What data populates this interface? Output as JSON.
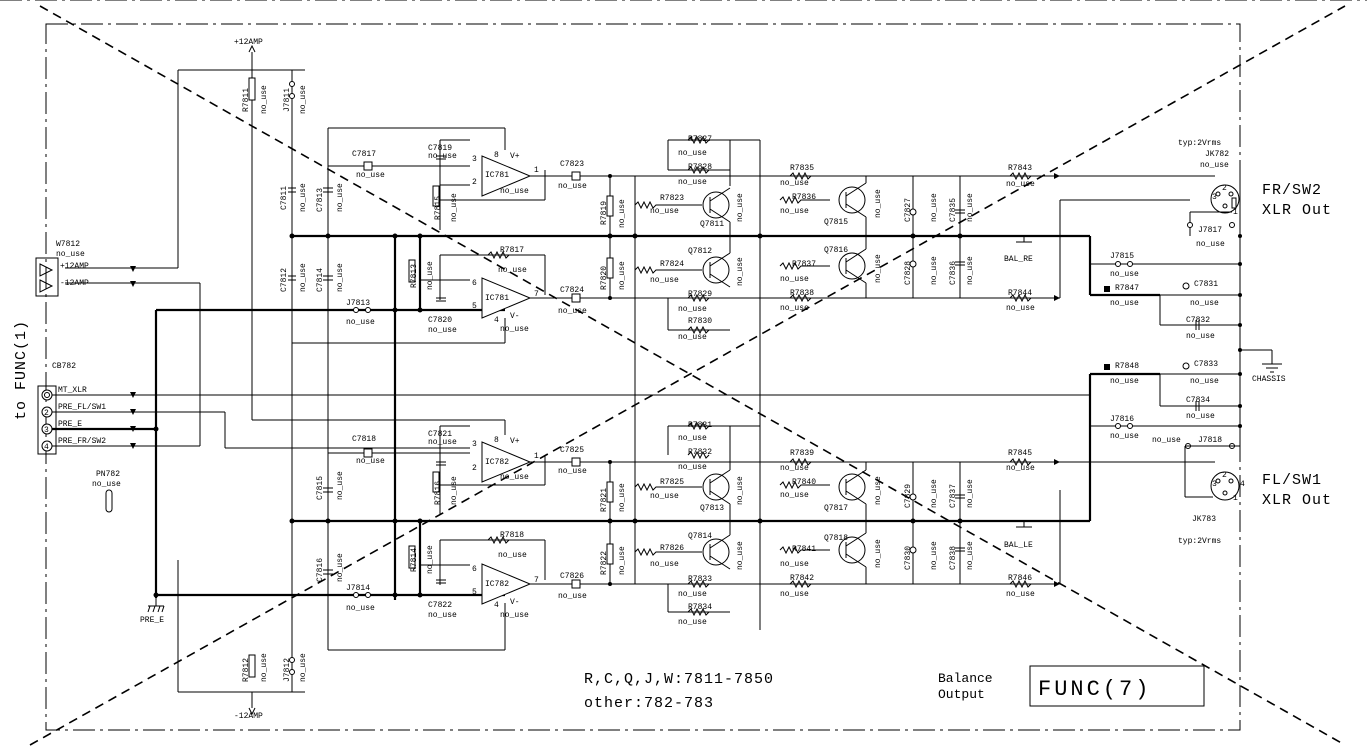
{
  "side_label": "to FUNC(1)",
  "power": {
    "top": "+12AMP",
    "bottom": "-12AMP"
  },
  "connector_w": {
    "ref": "W7812",
    "note": "no_use",
    "pins": [
      "+12AMP",
      "-12AMP"
    ]
  },
  "connector_cb": {
    "ref": "CB782",
    "pins": [
      "MT_XLR",
      "PRE_FL/SW1",
      "PRE_E",
      "PRE_FR/SW2"
    ],
    "pin_numbers": [
      "1",
      "2",
      "3",
      "4"
    ]
  },
  "pn": {
    "ref": "PN782",
    "note": "no_use"
  },
  "pre_e": "PRE_E",
  "no_use": "no_use",
  "parts": {
    "r7811": "R7811",
    "j7811": "J7811",
    "r7812": "R7812",
    "j7812": "J7812",
    "c7811": "C7811",
    "c7812": "C7812",
    "c7813": "C7813",
    "c7814": "C7814",
    "c7815": "C7815",
    "c7816": "C7816",
    "c7817": "C7817",
    "c7818": "C7818",
    "c7819": "C7819",
    "c7820": "C7820",
    "c7821": "C7821",
    "c7822": "C7822",
    "r7813": "R7813",
    "r7814": "R7814",
    "r7815": "R7815",
    "r7816": "R7816",
    "r7817": "R7817",
    "r7818": "R7818",
    "j7813": "J7813",
    "j7814": "J7814",
    "ic781": "IC781",
    "ic782": "IC782",
    "c7823": "C7823",
    "c7824": "C7824",
    "c7825": "C7825",
    "c7826": "C7826",
    "r7819": "R7819",
    "r7820": "R7820",
    "r7821": "R7821",
    "r7822": "R7822",
    "r7823": "R7823",
    "r7824": "R7824",
    "r7825": "R7825",
    "r7826": "R7826",
    "r7827": "R7827",
    "r7828": "R7828",
    "r7829": "R7829",
    "r7830": "R7830",
    "r7831": "R7831",
    "r7832": "R7832",
    "r7833": "R7833",
    "r7834": "R7834",
    "q7811": "Q7811",
    "q7812": "Q7812",
    "q7813": "Q7813",
    "q7814": "Q7814",
    "q7815": "Q7815",
    "q7816": "Q7816",
    "q7817": "Q7817",
    "q7818": "Q7818",
    "r7835": "R7835",
    "r7836": "R7836",
    "r7837": "R7837",
    "r7838": "R7838",
    "r7839": "R7839",
    "r7840": "R7840",
    "r7841": "R7841",
    "r7842": "R7842",
    "c7827": "C7827",
    "c7828": "C7828",
    "c7829": "C7829",
    "c7830": "C7830",
    "c7835": "C7835",
    "c7836": "C7836",
    "c7837": "C7837",
    "c7838": "C7838",
    "r7843": "R7843",
    "r7844": "R7844",
    "r7845": "R7845",
    "r7846": "R7846",
    "r7847": "R7847",
    "r7848": "R7848",
    "j7815": "J7815",
    "j7816": "J7816",
    "j7817": "J7817",
    "j7818": "J7818",
    "c7831": "C7831",
    "c7832": "C7832",
    "c7833": "C7833",
    "c7834": "C7834",
    "bal_re": "BAL_RE",
    "bal_le": "BAL_LE",
    "chassis": "CHASSIS"
  },
  "opamp_pins": {
    "v_plus": "V+",
    "v_minus": "V-"
  },
  "outputs": {
    "top": {
      "jack": "JK782",
      "typ": "typ:2Vrms",
      "name": "FR/SW2",
      "type": "XLR Out"
    },
    "bottom": {
      "jack": "JK783",
      "typ": "typ:2Vrms",
      "name": "FL/SW1",
      "type": "XLR Out"
    }
  },
  "notes": {
    "line1": "R,C,Q,J,W:7811-7850",
    "line2": "other:782-783"
  },
  "balance": {
    "line1": "Balance",
    "line2": "Output"
  },
  "block_title": "FUNC(7)"
}
